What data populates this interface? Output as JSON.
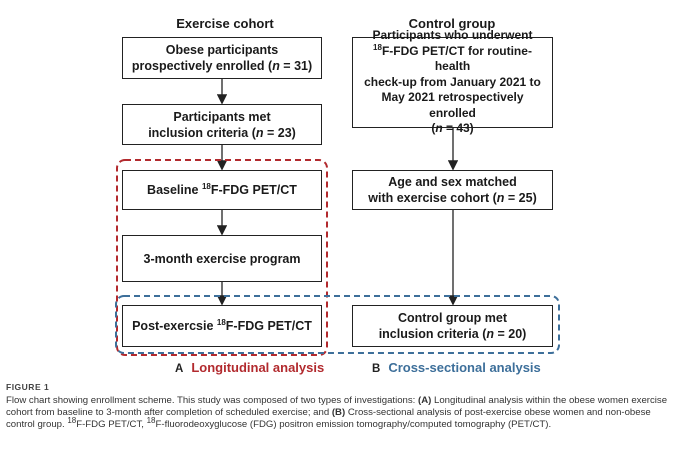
{
  "headers": {
    "exercise": "Exercise cohort",
    "control": "Control group"
  },
  "boxes": {
    "obese_l1": "Obese participants",
    "obese_l2_pre": "prospectively enrolled (",
    "obese_n": "n",
    "obese_l2_post": " = 31)",
    "met_l1": "Participants met",
    "met_l2_pre": "inclusion criteria (",
    "met_n": "n",
    "met_l2_post": " = 23)",
    "baseline_pre": "Baseline ",
    "baseline_sup": "18",
    "baseline_post": "F-FDG PET/CT",
    "exercise_prog": "3-month exercise program",
    "post_pre": "Post-exercsie ",
    "post_sup": "18",
    "post_post": "F-FDG PET/CT",
    "ctrl_l1": "Participants who underwent",
    "ctrl_sup": "18",
    "ctrl_l2": "F-FDG PET/CT for routine-health",
    "ctrl_l3": "check-up from January 2021 to",
    "ctrl_l4": "May 2021 retrospectively enrolled",
    "ctrl_l5_pre": "(",
    "ctrl_n": "n",
    "ctrl_l5_post": " = 43)",
    "age_l1": "Age and sex matched",
    "age_l2_pre": "with exercise cohort (",
    "age_n": "n",
    "age_l2_post": " = 25)",
    "cgm_l1": "Control group met",
    "cgm_l2_pre": "inclusion criteria (",
    "cgm_n": "n",
    "cgm_l2_post": " = 20)"
  },
  "labels": {
    "a_letter": "A",
    "a_text": "Longitudinal analysis",
    "b_letter": "B",
    "b_text": "Cross-sectional analysis"
  },
  "colors": {
    "longitudinal": "#b22a2e",
    "cross_sectional": "#3d6f9a"
  },
  "caption": {
    "title": "FIGURE 1",
    "p1": "Flow chart showing enrollment scheme. This study was composed of two types of investigations: ",
    "p2": "(A)",
    "p3": " Longitudinal analysis within the obese women exercise cohort from baseline to 3-month after completion of scheduled exercise; and ",
    "p4": "(B)",
    "p5": " Cross-sectional analysis of post-exercise obese women and non-obese control group. ",
    "sup1": "18",
    "p6": "F-FDG PET/CT, ",
    "sup2": "18",
    "p7": "F-fluorodeoxyglucose (FDG) positron emission tomography/computed tomography (PET/CT)."
  }
}
